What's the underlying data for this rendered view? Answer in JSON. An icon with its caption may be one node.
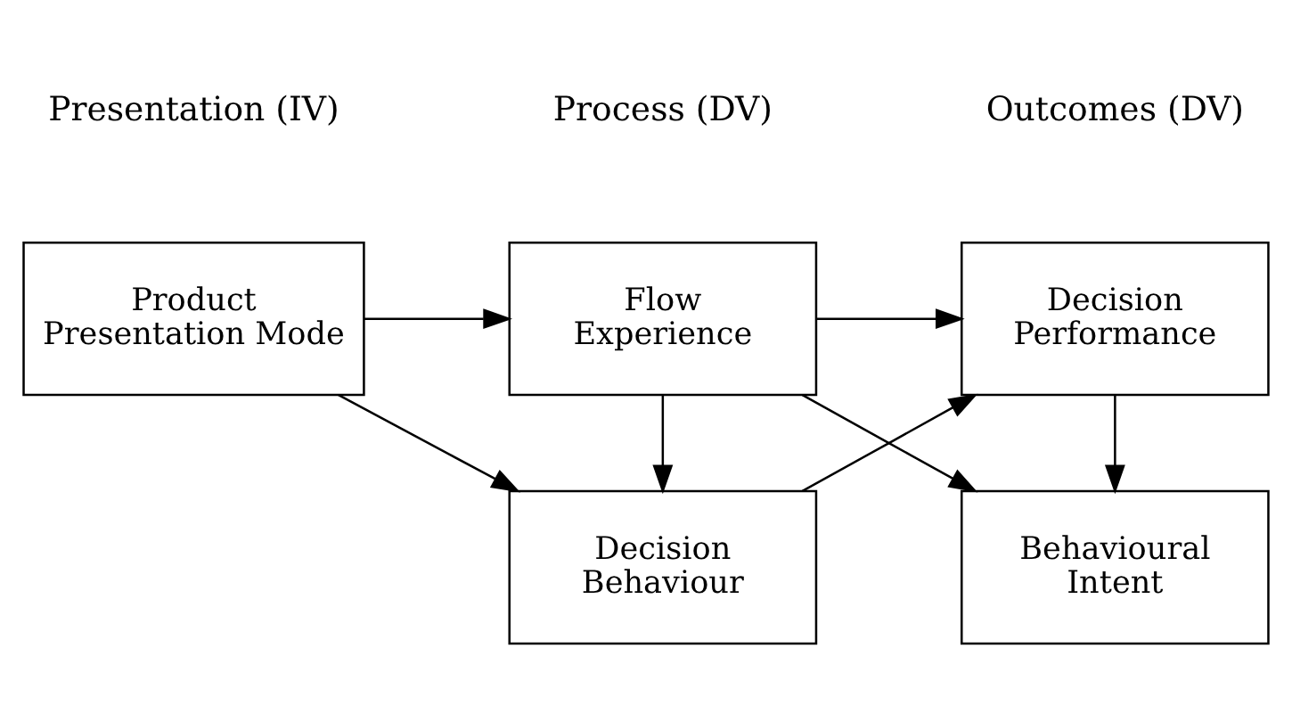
{
  "diagram": {
    "nodes": [
      {
        "text": [
          "Product Presentation Mode"
        ]
      },
      {
        "text": [
          "Decision Behaviour"
        ]
      },
      {
        "text": [
          "Flow Experience"
        ]
      },
      {
        "text": [
          "Decision Performance"
        ]
      },
      {
        "text": [
          "Behavioural Intent"
        ]
      }
    ],
    "edges": [
      {
        "from": 0,
        "to": 1,
        "arrow": "to"
      },
      {
        "from": 0,
        "to": 2,
        "arrow": "to"
      },
      {
        "from": 2,
        "to": 1,
        "arrow": "to"
      },
      {
        "from": 1,
        "to": 3,
        "arrow": "to"
      },
      {
        "from": 2,
        "to": 3,
        "arrow": "to"
      },
      {
        "from": 2,
        "to": 4,
        "arrow": "to"
      },
      {
        "from": 3,
        "to": 4,
        "arrow": "to"
      }
    ],
    "labels": [
      "Presentation (IV)",
      "Process (DV)",
      "Outcomes (DV)"
    ]
  }
}
